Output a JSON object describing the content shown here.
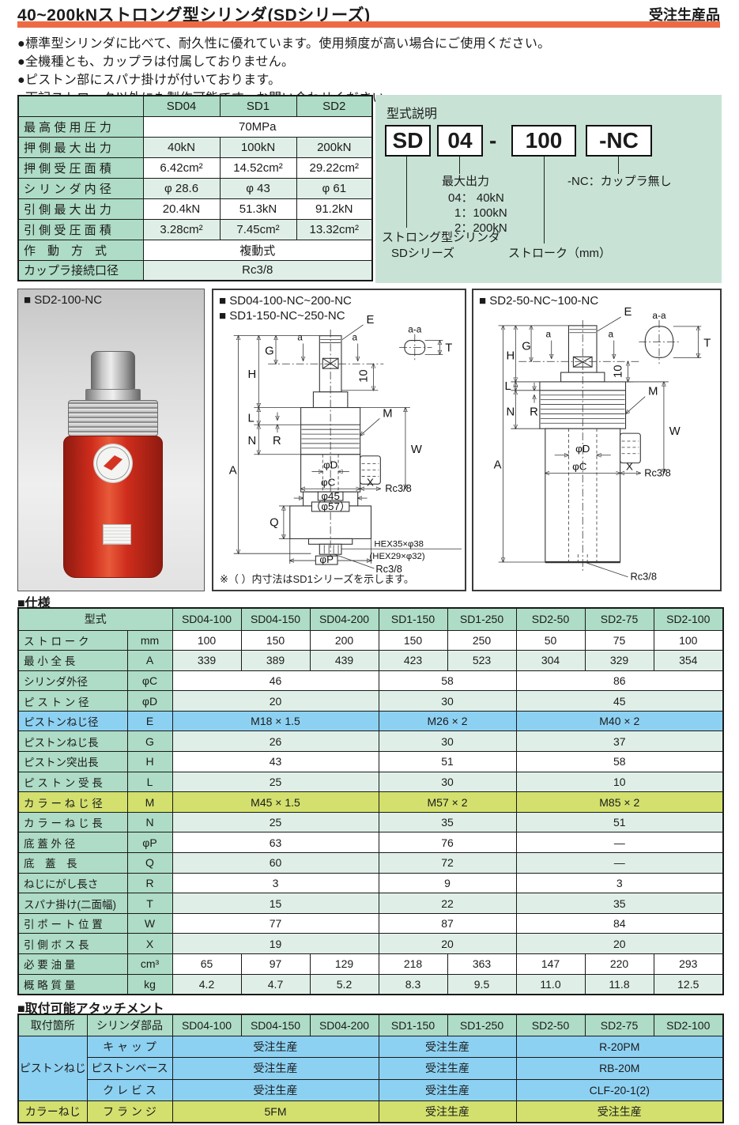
{
  "header": {
    "title": "40~200kNストロング型シリンダ(SDシリーズ)",
    "badge": "受注生産品"
  },
  "notes": [
    "●標準型シリンダに比べて、耐久性に優れています。使用頻度が高い場合にご使用ください。",
    "●全機種とも、カップラは付属しておりません。",
    "●ピストン部にスパナ掛けが付いております。",
    "●下記ストローク以外にも製作可能です。お問い合わせください。"
  ],
  "overview_table": {
    "corner": "",
    "col_headers": [
      "SD04",
      "SD1",
      "SD2"
    ],
    "rows": [
      {
        "label": "最 高 使 用 圧 力",
        "values": [
          [
            "70MPa",
            3
          ]
        ]
      },
      {
        "label": "押 側 最 大 出 力",
        "values": [
          "40kN",
          "100kN",
          "200kN"
        ]
      },
      {
        "label": "押 側 受 圧 面 積",
        "values": [
          "6.42cm²",
          "14.52cm²",
          "29.22cm²"
        ]
      },
      {
        "label": "シ リ ン ダ 内 径",
        "values": [
          "φ 28.6",
          "φ 43",
          "φ 61"
        ]
      },
      {
        "label": "引 側 最 大 出 力",
        "values": [
          "20.4kN",
          "51.3kN",
          "91.2kN"
        ]
      },
      {
        "label": "引 側 受 圧 面 積",
        "values": [
          "3.28cm²",
          "7.45cm²",
          "13.32cm²"
        ]
      },
      {
        "label": "作　動　方　式",
        "values": [
          [
            "複動式",
            3
          ]
        ]
      },
      {
        "label": "カップラ接続口径",
        "values": [
          [
            "Rc3/8",
            3
          ]
        ]
      }
    ]
  },
  "model_code": {
    "title": "型式説明",
    "boxes": [
      "SD",
      "04",
      "100",
      "-NC"
    ],
    "separator": "-",
    "legend_sd_1": "ストロング型シリンダ",
    "legend_sd_2": "SDシリーズ",
    "legend_output_title": "最大出力",
    "legend_output_items": [
      "04：  40kN",
      "1：100kN",
      "2：200kN"
    ],
    "legend_stroke": "ストローク（mm）",
    "legend_nc": "-NC：カップラ無し"
  },
  "photo_panel": {
    "label": "■ SD2-100-NC"
  },
  "diagram1": {
    "titles": [
      "■ SD04-100-NC~200-NC",
      "■ SD1-150-NC~250-NC"
    ],
    "note": "※（ ）内寸法はSD1シリーズを示します。",
    "labels": {
      "e": "E",
      "g": "G",
      "h": "H",
      "a1": "a",
      "a2": "a",
      "ten": "10",
      "l": "L",
      "m": "M",
      "n": "N",
      "r": "R",
      "w": "W",
      "phi_d": "φD",
      "phi_c": "φC",
      "x": "X",
      "rc_side": "Rc3/8",
      "a_dim": "A",
      "phi45": "φ45",
      "phi57": "（φ57）",
      "q": "Q",
      "hex1": "HEX35×φ38",
      "hex2": "(HEX29×φ32)",
      "phi_p": "φP",
      "rc_bottom": "Rc3/8",
      "aa": "a-a",
      "t": "T"
    }
  },
  "diagram2": {
    "title": "■ SD2-50-NC~100-NC",
    "labels": {
      "e": "E",
      "g": "G",
      "h": "H",
      "a1": "a",
      "a2": "a",
      "ten": "10",
      "l": "L",
      "m": "M",
      "n": "N",
      "r": "R",
      "w": "W",
      "phi_d": "φD",
      "phi_c": "φC",
      "x": "X",
      "rc_side": "Rc3/8",
      "a_dim": "A",
      "aa": "a-a",
      "t": "T",
      "rc_bottom": "Rc3/8"
    }
  },
  "spec_section": {
    "heading": "■仕様",
    "corner_label": "型式",
    "col_headers": [
      "SD04-100",
      "SD04-150",
      "SD04-200",
      "SD1-150",
      "SD1-250",
      "SD2-50",
      "SD2-75",
      "SD2-100"
    ],
    "rows": [
      {
        "label": "ス ト ロ ー ク",
        "unit": "mm",
        "values": [
          "100",
          "150",
          "200",
          "150",
          "250",
          "50",
          "75",
          "100"
        ]
      },
      {
        "label": "最 小 全 長",
        "unit": "A",
        "values": [
          "339",
          "389",
          "439",
          "423",
          "523",
          "304",
          "329",
          "354"
        ]
      },
      {
        "label": "シリンダ外径",
        "unit": "φC",
        "values": [
          [
            "46",
            3
          ],
          [
            "58",
            2
          ],
          [
            "86",
            3
          ]
        ]
      },
      {
        "label": "ピ ス ト ン 径",
        "unit": "φD",
        "values": [
          [
            "20",
            3
          ],
          [
            "30",
            2
          ],
          [
            "45",
            3
          ]
        ]
      },
      {
        "label": "ピストンねじ径",
        "unit": "E",
        "highlight": "blue",
        "values": [
          [
            "M18 × 1.5",
            3
          ],
          [
            "M26 × 2",
            2
          ],
          [
            "M40 × 2",
            3
          ]
        ]
      },
      {
        "label": "ピストンねじ長",
        "unit": "G",
        "values": [
          [
            "26",
            3
          ],
          [
            "30",
            2
          ],
          [
            "37",
            3
          ]
        ]
      },
      {
        "label": "ピストン突出長",
        "unit": "H",
        "values": [
          [
            "43",
            3
          ],
          [
            "51",
            2
          ],
          [
            "58",
            3
          ]
        ]
      },
      {
        "label": "ピ ス ト ン 受 長",
        "unit": "L",
        "values": [
          [
            "25",
            3
          ],
          [
            "30",
            2
          ],
          [
            "10",
            3
          ]
        ]
      },
      {
        "label": "カ ラ ー ね じ 径",
        "unit": "M",
        "highlight": "yellow",
        "values": [
          [
            "M45 × 1.5",
            3
          ],
          [
            "M57 × 2",
            2
          ],
          [
            "M85 × 2",
            3
          ]
        ]
      },
      {
        "label": "カ ラ ー ね じ 長",
        "unit": "N",
        "values": [
          [
            "25",
            3
          ],
          [
            "35",
            2
          ],
          [
            "51",
            3
          ]
        ]
      },
      {
        "label": "底 蓋 外 径",
        "unit": "φP",
        "values": [
          [
            "63",
            3
          ],
          [
            "76",
            2
          ],
          [
            "―",
            3
          ]
        ]
      },
      {
        "label": "底　蓋　長",
        "unit": "Q",
        "values": [
          [
            "60",
            3
          ],
          [
            "72",
            2
          ],
          [
            "―",
            3
          ]
        ]
      },
      {
        "label": "ねじにがし長さ",
        "unit": "R",
        "values": [
          [
            "3",
            3
          ],
          [
            "9",
            2
          ],
          [
            "3",
            3
          ]
        ]
      },
      {
        "label": "スパナ掛け(二面幅)",
        "unit": "T",
        "values": [
          [
            "15",
            3
          ],
          [
            "22",
            2
          ],
          [
            "35",
            3
          ]
        ]
      },
      {
        "label": "引 ポ ー ト 位 置",
        "unit": "W",
        "values": [
          [
            "77",
            3
          ],
          [
            "87",
            2
          ],
          [
            "84",
            3
          ]
        ]
      },
      {
        "label": "引 側 ボ ス 長",
        "unit": "X",
        "values": [
          [
            "19",
            3
          ],
          [
            "20",
            2
          ],
          [
            "20",
            3
          ]
        ]
      },
      {
        "label": "必 要 油 量",
        "unit": "cm³",
        "values": [
          "65",
          "97",
          "129",
          "218",
          "363",
          "147",
          "220",
          "293"
        ]
      },
      {
        "label": "概 略 質 量",
        "unit": "kg",
        "values": [
          "4.2",
          "4.7",
          "5.2",
          "8.3",
          "9.5",
          "11.0",
          "11.8",
          "12.5"
        ]
      }
    ]
  },
  "attachment_section": {
    "heading": "■取付可能アタッチメント",
    "col1_header": "取付箇所",
    "col2_header": "シリンダ部品",
    "col_headers": [
      "SD04-100",
      "SD04-150",
      "SD04-200",
      "SD1-150",
      "SD1-250",
      "SD2-50",
      "SD2-75",
      "SD2-100"
    ],
    "groups": [
      {
        "location": "ピストンねじ",
        "color": "blue",
        "rows": [
          {
            "part": "キ ャ ッ プ",
            "values": [
              [
                "受注生産",
                3
              ],
              [
                "受注生産",
                2
              ],
              [
                "R-20PM",
                3
              ]
            ]
          },
          {
            "part": "ピストンベース",
            "values": [
              [
                "受注生産",
                3
              ],
              [
                "受注生産",
                2
              ],
              [
                "RB-20M",
                3
              ]
            ]
          },
          {
            "part": "ク レ ビ ス",
            "values": [
              [
                "受注生産",
                3
              ],
              [
                "受注生産",
                2
              ],
              [
                "CLF-20-1(2)",
                3
              ]
            ]
          }
        ]
      },
      {
        "location": "カラーねじ",
        "color": "yellow",
        "rows": [
          {
            "part": "フ ラ ン ジ",
            "values": [
              [
                "5FM",
                3
              ],
              [
                "受注生産",
                2
              ],
              [
                "受注生産",
                3
              ]
            ]
          }
        ]
      }
    ]
  },
  "colors": {
    "green_head": "#aedcc6",
    "green_tint": "#dfefe7",
    "green_box": "#c8e3d6",
    "blue": "#8dd1f2",
    "yellow": "#d3e06e",
    "red_bar": "#ed6a45",
    "ink": "#1b1b1b"
  }
}
